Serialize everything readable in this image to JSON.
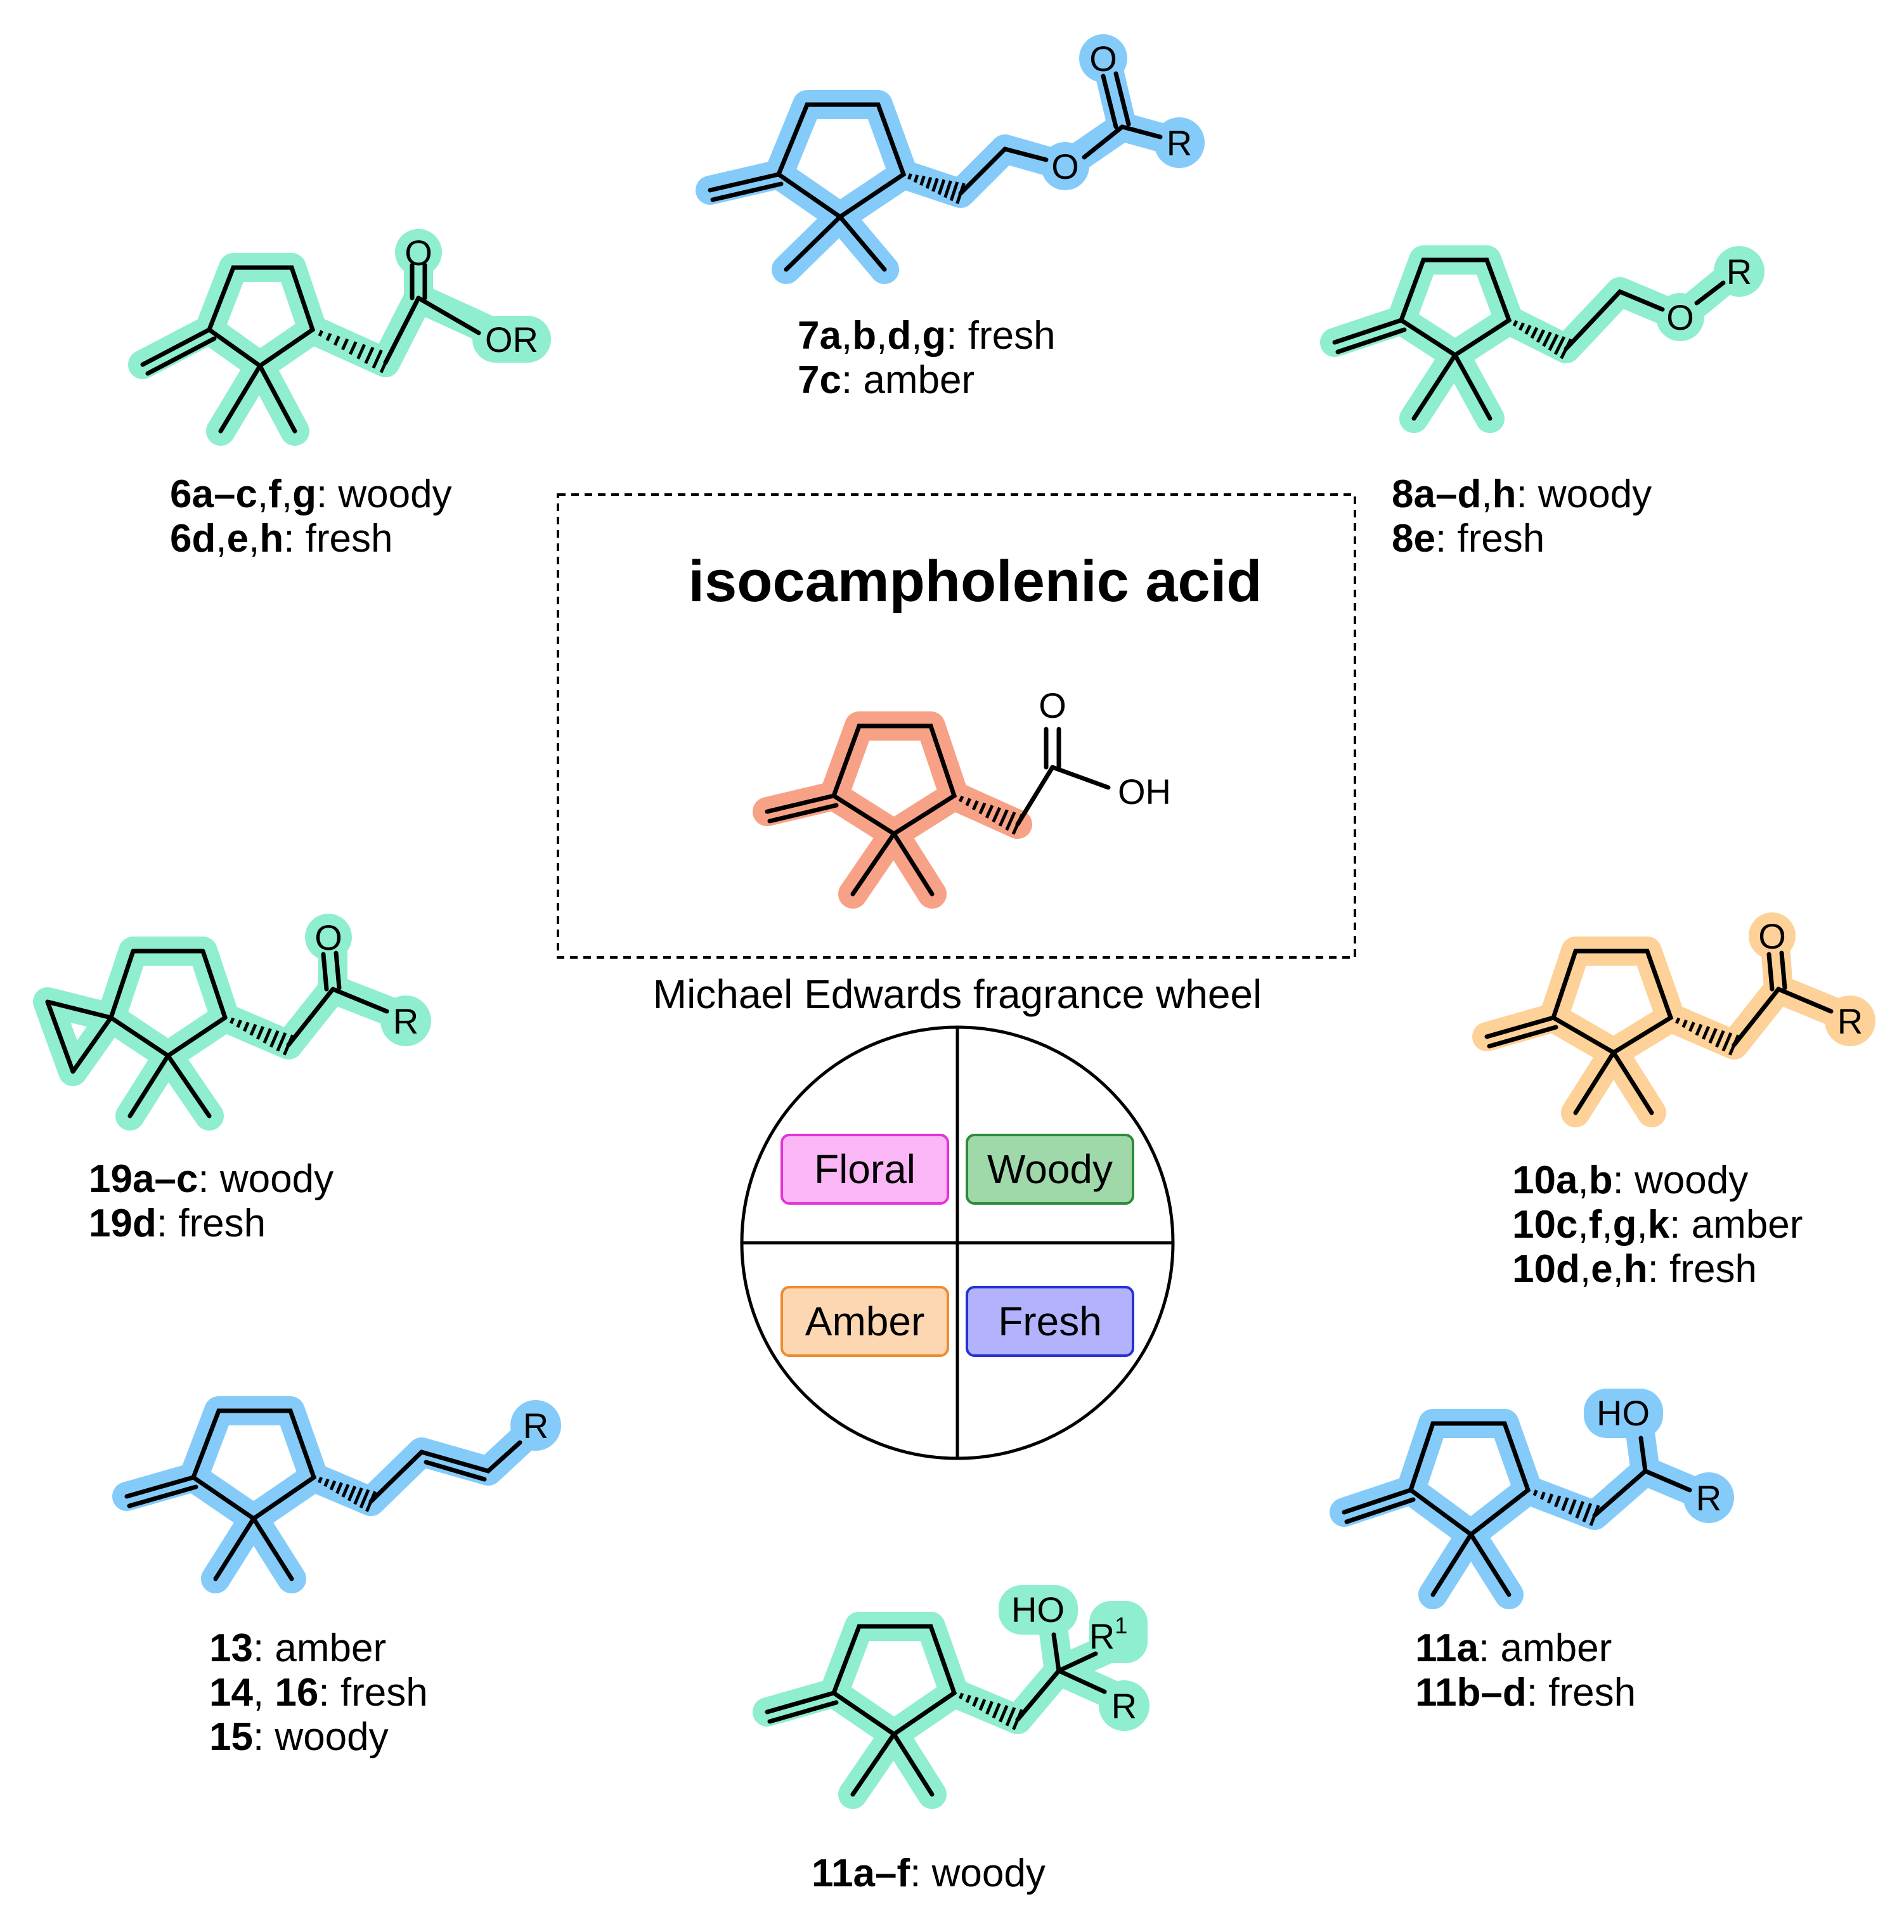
{
  "colors": {
    "green": "#8eeecf",
    "blue": "#84cbfa",
    "orange": "#f7a286",
    "amber": "#fdd197"
  },
  "center": {
    "title": "isocampholenic acid",
    "wheel_title": "Michael Edwards fragrance wheel",
    "atoms": {
      "o": "O",
      "oh": "OH"
    }
  },
  "wheel": {
    "floral": {
      "label": "Floral",
      "fill": "#fbb6f6",
      "stroke": "#e234d7"
    },
    "woody": {
      "label": "Woody",
      "fill": "#9fd8a9",
      "stroke": "#2f8a3a"
    },
    "amber": {
      "label": "Amber",
      "fill": "#fcd7b1",
      "stroke": "#ee8a2f"
    },
    "fresh": {
      "label": "Fresh",
      "fill": "#b2b3fc",
      "stroke": "#2630d6"
    }
  },
  "compounds": [
    {
      "id": "6",
      "atoms": {
        "o": "O",
        "or": "OR"
      },
      "labels": [
        [
          {
            "t": "6a–c",
            "b": true
          },
          {
            "t": ",",
            "b": false
          },
          {
            "t": "f",
            "b": true
          },
          {
            "t": ",",
            "b": false
          },
          {
            "t": "g",
            "b": true
          },
          {
            "t": ": woody",
            "b": false
          }
        ],
        [
          {
            "t": "6d",
            "b": true
          },
          {
            "t": ",",
            "b": false
          },
          {
            "t": "e",
            "b": true
          },
          {
            "t": ",",
            "b": false
          },
          {
            "t": "h",
            "b": true
          },
          {
            "t": ": fresh",
            "b": false
          }
        ]
      ]
    },
    {
      "id": "7",
      "atoms": {
        "o1": "O",
        "o2": "O",
        "r": "R"
      },
      "labels": [
        [
          {
            "t": "7a",
            "b": true
          },
          {
            "t": ",",
            "b": false
          },
          {
            "t": "b",
            "b": true
          },
          {
            "t": ",",
            "b": false
          },
          {
            "t": "d",
            "b": true
          },
          {
            "t": ",",
            "b": false
          },
          {
            "t": "g",
            "b": true
          },
          {
            "t": ": fresh",
            "b": false
          }
        ],
        [
          {
            "t": "7c",
            "b": true
          },
          {
            "t": ": amber",
            "b": false
          }
        ]
      ]
    },
    {
      "id": "8",
      "atoms": {
        "o": "O",
        "r": "R"
      },
      "labels": [
        [
          {
            "t": "8a–d",
            "b": true
          },
          {
            "t": ",",
            "b": false
          },
          {
            "t": "h",
            "b": true
          },
          {
            "t": ": woody",
            "b": false
          }
        ],
        [
          {
            "t": "8e",
            "b": true
          },
          {
            "t": ": fresh",
            "b": false
          }
        ]
      ]
    },
    {
      "id": "19",
      "atoms": {
        "o": "O",
        "r": "R"
      },
      "labels": [
        [
          {
            "t": "19a–c",
            "b": true
          },
          {
            "t": ": woody",
            "b": false
          }
        ],
        [
          {
            "t": "19d",
            "b": true
          },
          {
            "t": ": fresh",
            "b": false
          }
        ]
      ]
    },
    {
      "id": "10",
      "atoms": {
        "o": "O",
        "r": "R"
      },
      "labels": [
        [
          {
            "t": "10a",
            "b": true
          },
          {
            "t": ",",
            "b": false
          },
          {
            "t": "b",
            "b": true
          },
          {
            "t": ": woody",
            "b": false
          }
        ],
        [
          {
            "t": "10c",
            "b": true
          },
          {
            "t": ",",
            "b": false
          },
          {
            "t": "f",
            "b": true
          },
          {
            "t": ",",
            "b": false
          },
          {
            "t": "g",
            "b": true
          },
          {
            "t": ",",
            "b": false
          },
          {
            "t": "k",
            "b": true
          },
          {
            "t": ": amber",
            "b": false
          }
        ],
        [
          {
            "t": "10d",
            "b": true
          },
          {
            "t": ",",
            "b": false
          },
          {
            "t": "e",
            "b": true
          },
          {
            "t": ",",
            "b": false
          },
          {
            "t": "h",
            "b": true
          },
          {
            "t": ": fresh",
            "b": false
          }
        ]
      ]
    },
    {
      "id": "13",
      "atoms": {
        "r": "R"
      },
      "labels": [
        [
          {
            "t": "13",
            "b": true
          },
          {
            "t": ": amber",
            "b": false
          }
        ],
        [
          {
            "t": "14",
            "b": true
          },
          {
            "t": ", ",
            "b": false
          },
          {
            "t": "16",
            "b": true
          },
          {
            "t": ": fresh",
            "b": false
          }
        ],
        [
          {
            "t": "15",
            "b": true
          },
          {
            "t": ": woody",
            "b": false
          }
        ]
      ]
    },
    {
      "id": "11-tertiary",
      "atoms": {
        "ho": "HO",
        "r1": "R",
        "r1_sup": "1",
        "r": "R"
      },
      "labels": [
        [
          {
            "t": "11a–f",
            "b": true
          },
          {
            "t": ": woody",
            "b": false
          }
        ]
      ]
    },
    {
      "id": "11-secondary",
      "atoms": {
        "ho": "HO",
        "r": "R"
      },
      "labels": [
        [
          {
            "t": "11a",
            "b": true
          },
          {
            "t": ": amber",
            "b": false
          }
        ],
        [
          {
            "t": "11b–d",
            "b": true
          },
          {
            "t": ": fresh",
            "b": false
          }
        ]
      ]
    }
  ]
}
